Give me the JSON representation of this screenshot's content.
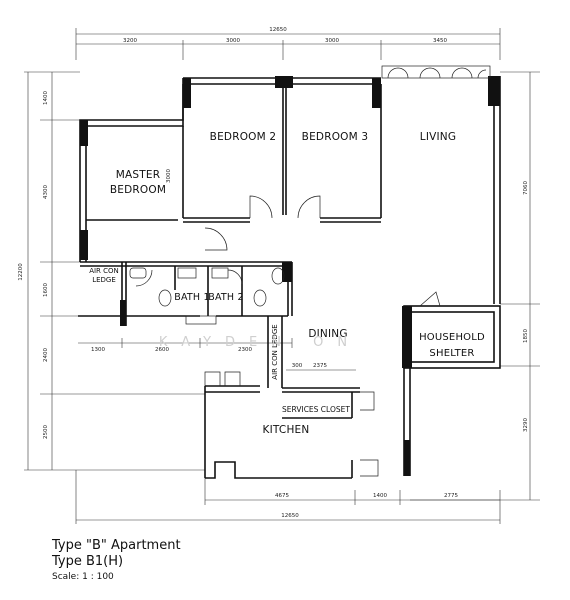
{
  "overall_width_top": "12650",
  "overall_width_bottom": "12650",
  "overall_height": "12200",
  "top_dims": [
    "3200",
    "3000",
    "3000",
    "3450"
  ],
  "left_dims": [
    "1400",
    "4300",
    "1600",
    "2400",
    "2500"
  ],
  "inner_dims": {
    "master_bedroom_depth": "3000",
    "row_1300": "1300",
    "row_2600": "2600",
    "row_2300": "2300",
    "dim_300": "300",
    "dim_2375": "2375",
    "living_depth": "7060",
    "shelter_height": "1850",
    "right_lower": "3290",
    "bottom_4675": "4675",
    "bottom_1400": "1400",
    "bottom_2775": "2775"
  },
  "rooms": {
    "bedroom2": "BEDROOM 2",
    "bedroom3": "BEDROOM 3",
    "living": "LIVING",
    "master_line1": "MASTER",
    "master_line2": "BEDROOM",
    "aircon_ledge_line1": "AIR CON",
    "aircon_ledge_line2": "LEDGE",
    "bath1": "BATH 1",
    "bath2": "BATH 2",
    "dining": "DINING",
    "aircon_ledge_vertical": "AIR CON LEDGE",
    "household_line1": "HOUSEHOLD",
    "household_line2": "SHELTER",
    "services_closet": "SERVICES CLOSET",
    "kitchen": "KITCHEN"
  },
  "watermark": "KAYDEN ON",
  "caption": {
    "line1": "Type \"B\" Apartment",
    "line2": "Type B1(H)",
    "scale": "Scale: 1 : 100"
  }
}
